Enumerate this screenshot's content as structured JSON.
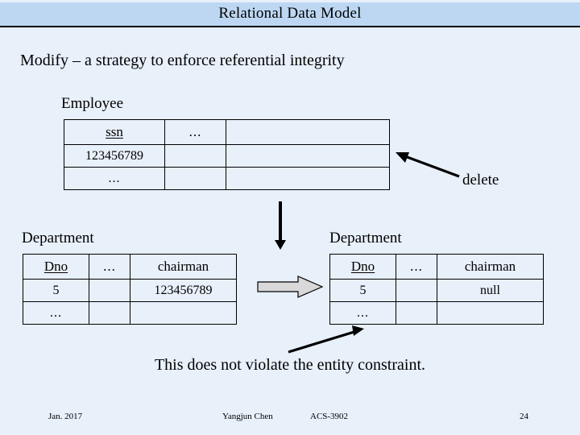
{
  "slide": {
    "title": "Relational Data Model",
    "subtitle": "Modify – a strategy to enforce referential integrity",
    "caption": "This does not violate the entity constraint.",
    "colors": {
      "background": "#e8f0fa",
      "title_band": "#bdd7f3",
      "line": "#000000",
      "block_arrow_fill": "#d9d9d9"
    }
  },
  "employee": {
    "label": "Employee",
    "headers": [
      "ssn",
      "...",
      ""
    ],
    "rows": [
      [
        "123456789",
        "",
        ""
      ],
      [
        "...",
        "",
        ""
      ]
    ]
  },
  "department_before": {
    "label": "Department",
    "headers": [
      "Dno",
      "...",
      "chairman"
    ],
    "rows": [
      [
        "5",
        "",
        "123456789"
      ],
      [
        "...",
        "",
        ""
      ]
    ]
  },
  "department_after": {
    "label": "Department",
    "headers": [
      "Dno",
      "...",
      "chairman"
    ],
    "rows": [
      [
        "5",
        "",
        "null"
      ],
      [
        "...",
        "",
        ""
      ]
    ]
  },
  "annotations": {
    "delete_label": "delete"
  },
  "footer": {
    "date": "Jan. 2017",
    "author": "Yangjun Chen",
    "course": "ACS-3902",
    "page": "24"
  }
}
